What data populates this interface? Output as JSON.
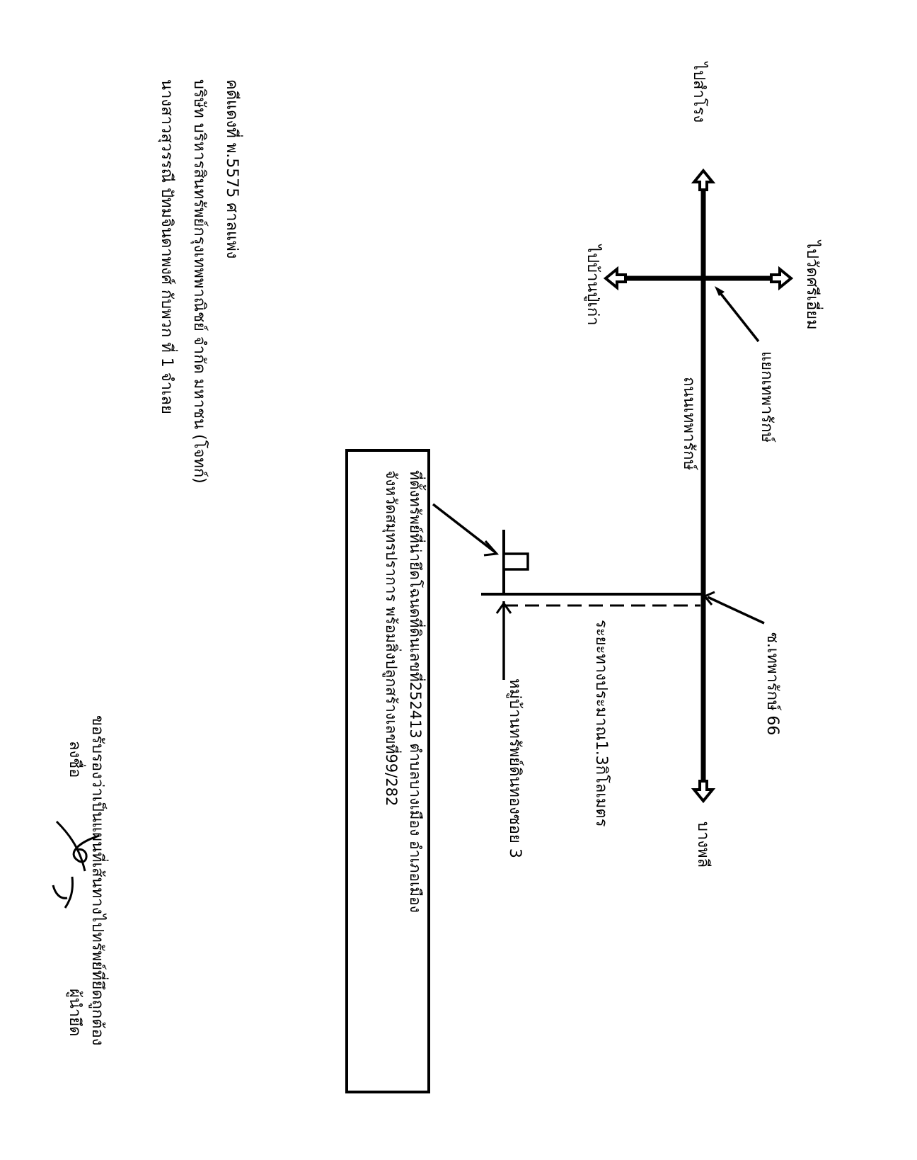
{
  "labels": {
    "to_sam_rong": "ไปสำโรง",
    "to_wat_si_iam": "ไปวัดศรีเอี่ยม",
    "to_ban_pu_kaw": "ไปบ้านปู่เก่า",
    "thepharak_junction": "แยกเทพารักษ์",
    "thepharak_road": "ถนนเทพารักษ์",
    "soi_thepharak_66": "ซ.เทพารักษ์ 66",
    "distance": "ระยะทางประมาณ1.3กิโลเมตร",
    "bang_phli": "บางพลี",
    "village_soi": "หมู่บ้านทรัพย์ดินทองซอย 3"
  },
  "property_box": {
    "line1": "ที่ตั้งทรัพย์ที่น่ายึดโฉนดที่ดินเลขที่252413 ตำบลบางเมือง อำเภอเมือง",
    "line2": "จังหวัดสมุทรปราการ พร้อมสิ่งปลูกสร้างเลขที่99/282"
  },
  "case_info": {
    "line1": "คดีแดงที่ พ.5575 ศาลแพ่ง",
    "line2": "บริษัท บริหารสินทรัพย์กรุงเทพพาณิชย์ จำกัด มหาชน (โจทก์)",
    "line3": "นางสาวสุวรรณี ปัทมจินดาพงศ์ กับพวก ที่ 1 จำเลย"
  },
  "signature_block": {
    "line1": "ขอรับรองว่าเป็นแผนที่เส้นทางไปทรัพย์ที่ยึดถูกต้อง",
    "line2": "ลงชื่อ",
    "line3": "ผู้นำยึด"
  }
}
